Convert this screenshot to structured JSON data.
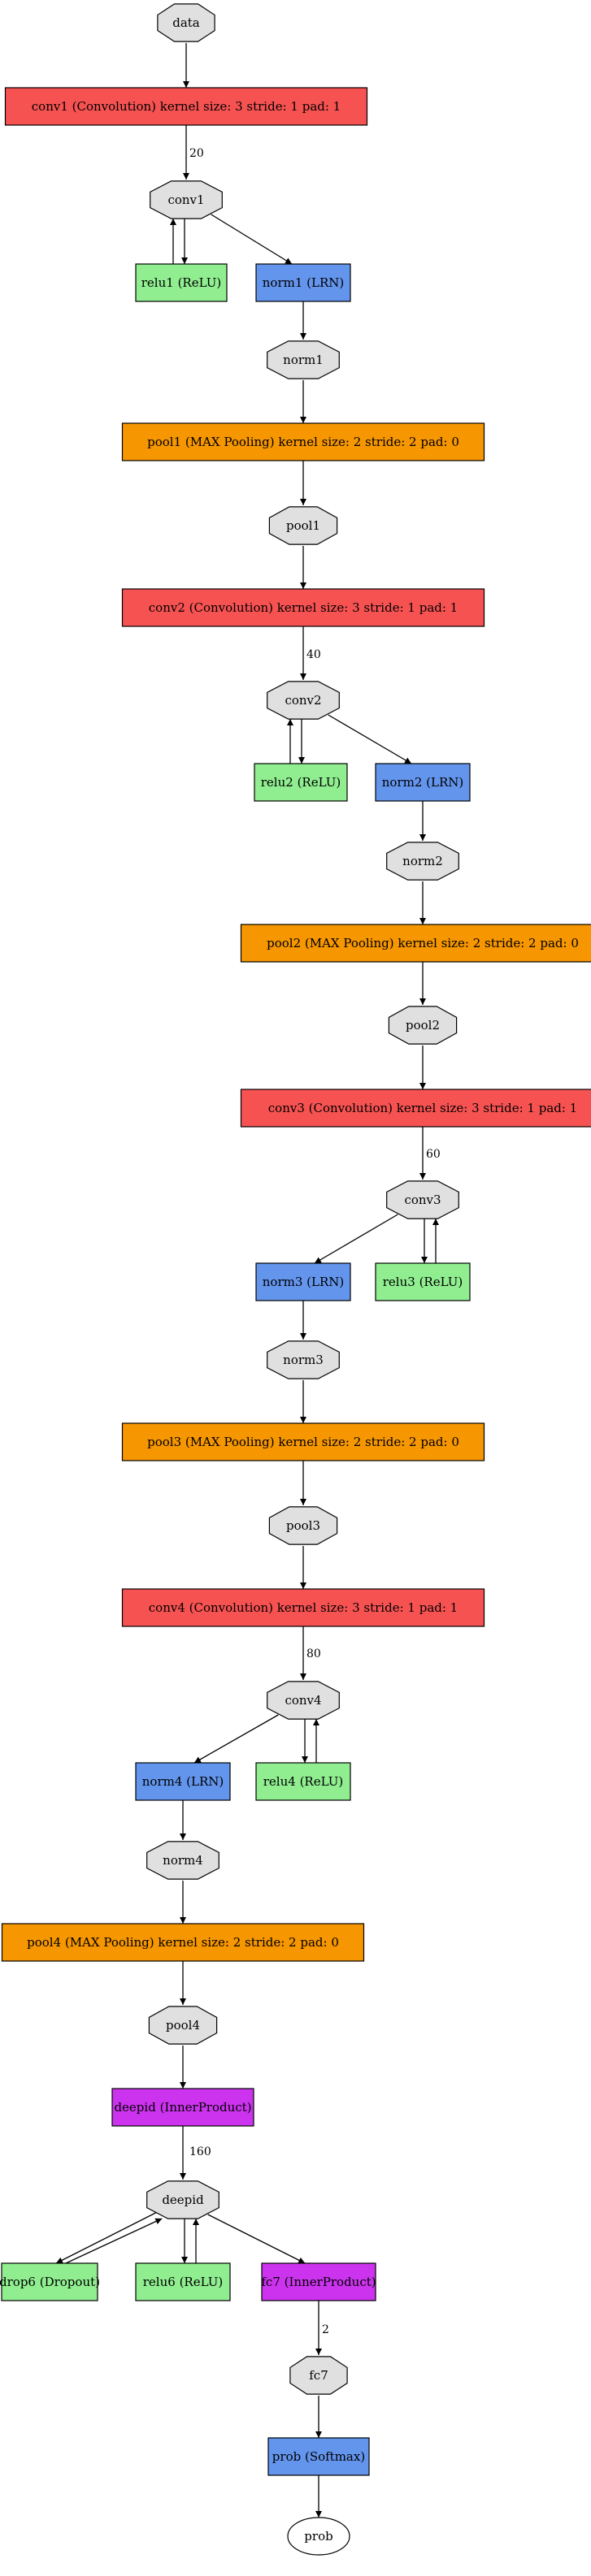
{
  "colors": {
    "blob": "#e0e0e0",
    "convolution": "#f75252",
    "relu": "#90ee90",
    "lrn": "#6495ed",
    "pooling": "#f69600",
    "innerproduct": "#cc33ee",
    "dropout": "#90ee90",
    "softmax": "#6495ed",
    "output": "#ffffff"
  },
  "nodes": {
    "data": {
      "label": "data",
      "type": "blob"
    },
    "conv1_layer": {
      "label": "conv1 (Convolution) kernel size: 3 stride: 1 pad: 1",
      "type": "convolution"
    },
    "conv1": {
      "label": "conv1",
      "type": "blob"
    },
    "relu1": {
      "label": "relu1 (ReLU)",
      "type": "relu"
    },
    "norm1_layer": {
      "label": "norm1 (LRN)",
      "type": "lrn"
    },
    "norm1": {
      "label": "norm1",
      "type": "blob"
    },
    "pool1_layer": {
      "label": "pool1 (MAX Pooling) kernel size: 2 stride: 2 pad: 0",
      "type": "pooling"
    },
    "pool1": {
      "label": "pool1",
      "type": "blob"
    },
    "conv2_layer": {
      "label": "conv2 (Convolution) kernel size: 3 stride: 1 pad: 1",
      "type": "convolution"
    },
    "conv2": {
      "label": "conv2",
      "type": "blob"
    },
    "relu2": {
      "label": "relu2 (ReLU)",
      "type": "relu"
    },
    "norm2_layer": {
      "label": "norm2 (LRN)",
      "type": "lrn"
    },
    "norm2": {
      "label": "norm2",
      "type": "blob"
    },
    "pool2_layer": {
      "label": "pool2 (MAX Pooling) kernel size: 2 stride: 2 pad: 0",
      "type": "pooling"
    },
    "pool2": {
      "label": "pool2",
      "type": "blob"
    },
    "conv3_layer": {
      "label": "conv3 (Convolution) kernel size: 3 stride: 1 pad: 1",
      "type": "convolution"
    },
    "conv3": {
      "label": "conv3",
      "type": "blob"
    },
    "norm3_layer": {
      "label": "norm3 (LRN)",
      "type": "lrn"
    },
    "relu3": {
      "label": "relu3 (ReLU)",
      "type": "relu"
    },
    "norm3": {
      "label": "norm3",
      "type": "blob"
    },
    "pool3_layer": {
      "label": "pool3 (MAX Pooling) kernel size: 2 stride: 2 pad: 0",
      "type": "pooling"
    },
    "pool3": {
      "label": "pool3",
      "type": "blob"
    },
    "conv4_layer": {
      "label": "conv4 (Convolution) kernel size: 3 stride: 1 pad: 1",
      "type": "convolution"
    },
    "conv4": {
      "label": "conv4",
      "type": "blob"
    },
    "norm4_layer": {
      "label": "norm4 (LRN)",
      "type": "lrn"
    },
    "relu4": {
      "label": "relu4 (ReLU)",
      "type": "relu"
    },
    "norm4": {
      "label": "norm4",
      "type": "blob"
    },
    "pool4_layer": {
      "label": "pool4 (MAX Pooling) kernel size: 2 stride: 2 pad: 0",
      "type": "pooling"
    },
    "pool4": {
      "label": "pool4",
      "type": "blob"
    },
    "deepid_layer": {
      "label": "deepid (InnerProduct)",
      "type": "innerproduct"
    },
    "deepid": {
      "label": "deepid",
      "type": "blob"
    },
    "drop6": {
      "label": "drop6 (Dropout)",
      "type": "dropout"
    },
    "relu6": {
      "label": "relu6 (ReLU)",
      "type": "relu"
    },
    "fc7_layer": {
      "label": "fc7 (InnerProduct)",
      "type": "innerproduct"
    },
    "fc7": {
      "label": "fc7",
      "type": "blob"
    },
    "prob_layer": {
      "label": "prob (Softmax)",
      "type": "softmax"
    },
    "prob": {
      "label": "prob",
      "type": "output"
    }
  },
  "edge_labels": {
    "conv1": "20",
    "conv2": "40",
    "conv3": "60",
    "conv4": "80",
    "deepid": "160",
    "fc7": "2"
  }
}
